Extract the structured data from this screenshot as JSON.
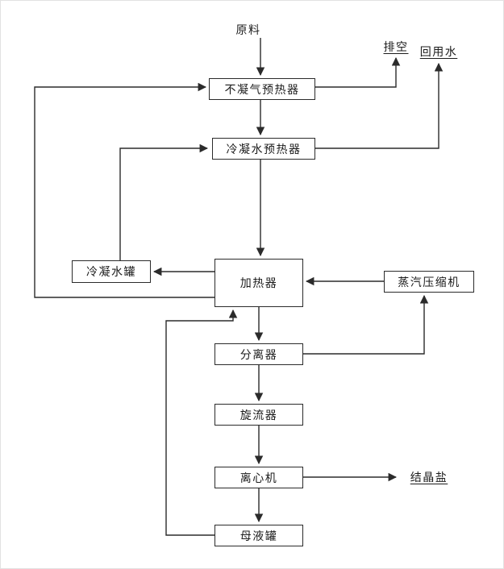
{
  "flowchart": {
    "feed_label": "原料",
    "boxes": {
      "noncondensable_gas_preheater": "不凝气预热器",
      "condensate_preheater": "冷凝水预热器",
      "condensate_tank": "冷凝水罐",
      "heater": "加热器",
      "vapor_compressor": "蒸汽压缩机",
      "separator": "分离器",
      "cyclone": "旋流器",
      "centrifuge": "离心机",
      "mother_liquor_tank": "母液罐"
    },
    "outputs": {
      "vent": "排空",
      "reuse_water": "回用水",
      "crystal_salt": "结晶盐"
    },
    "style": {
      "line_color": "#2b2b2b",
      "background": "#ffffff"
    }
  }
}
